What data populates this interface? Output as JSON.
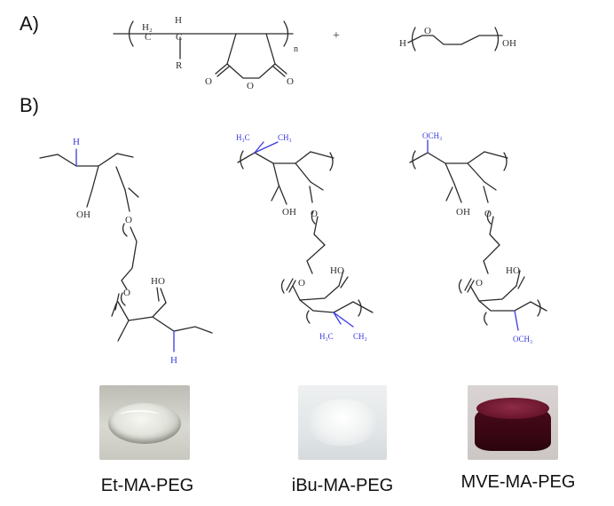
{
  "panels": {
    "a": "A)",
    "b": "B)"
  },
  "reaction": {
    "ch2": "H₂",
    "ch_h": "H",
    "c1": "C",
    "c2": "C",
    "r": "R",
    "o_left": "O",
    "o_ring": "O",
    "o_right": "O",
    "n": "n",
    "plus": "+",
    "h": "H",
    "o_peg": "O",
    "oh": "OH"
  },
  "structures": {
    "et": {
      "h_top": "H",
      "h_bottom": "H",
      "oh": "OH",
      "o_ester": "O",
      "ho": "HO",
      "o_lower": "O"
    },
    "ibu": {
      "h3c_top": "H₃C",
      "ch3_top": "CH₃",
      "oh": "OH",
      "o_ester": "O",
      "ho": "HO",
      "o_lower": "O",
      "h3c_bottom": "H₃C",
      "ch3_bottom": "CH₃"
    },
    "mve": {
      "och3_top": "OCH₃",
      "oh": "OH",
      "o_ester": "O",
      "ho": "HO",
      "o_lower": "O",
      "och3_bottom": "OCH₃"
    }
  },
  "samples": [
    {
      "label": "Et-MA-PEG",
      "color": "#d9dfdc"
    },
    {
      "label": "iBu-MA-PEG",
      "color": "#eef1f1"
    },
    {
      "label": "MVE-MA-PEG",
      "color": "#5a0f22"
    }
  ],
  "colors": {
    "bond": "#2b2b2b",
    "highlight": "#3a3ae0"
  }
}
